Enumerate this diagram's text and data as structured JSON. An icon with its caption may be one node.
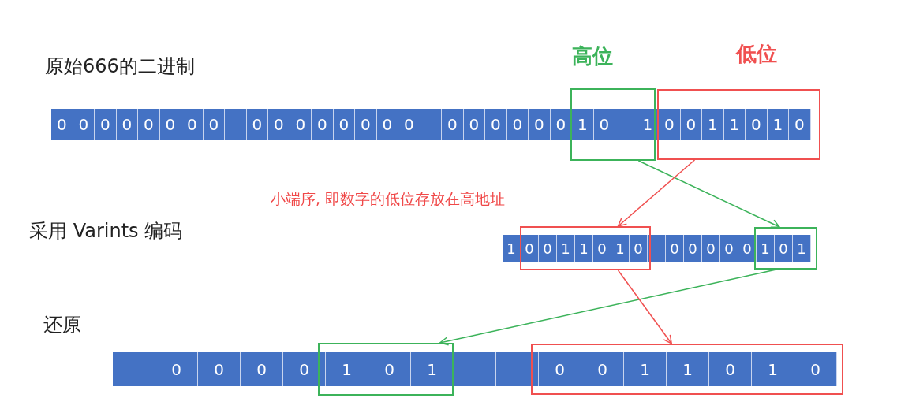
{
  "diagram": {
    "nodes": [
      {
        "text": [],
        "shape": "box",
        "beside": [
          "高位"
        ]
      },
      {
        "text": [],
        "shape": "box",
        "beside": [
          "低位"
        ]
      },
      {
        "text": [],
        "shape": "box"
      },
      {
        "text": [],
        "shape": "box"
      },
      {
        "text": [],
        "shape": "box"
      },
      {
        "text": [],
        "shape": "box"
      }
    ],
    "edges": [
      {
        "from": 0,
        "to": 3,
        "arrow": "to",
        "color": "#3cb35a"
      },
      {
        "from": 1,
        "to": 2,
        "arrow": "to",
        "color": "#f05050"
      },
      {
        "from": 3,
        "to": 4,
        "arrow": "to",
        "color": "#3cb35a"
      },
      {
        "from": 2,
        "to": 5,
        "arrow": "to",
        "color": "#f05050"
      }
    ],
    "labels": [
      "原始666的二进制",
      "0",
      "0",
      "0",
      "0",
      "0",
      "0",
      "0",
      "0",
      "0",
      "0",
      "0",
      "0",
      "0",
      "0",
      "0",
      "0",
      "0",
      "0",
      "0",
      "0",
      "0",
      "0",
      "1",
      "0",
      "1",
      "0",
      "0",
      "1",
      "1",
      "0",
      "1",
      "0",
      "小端序, 即数字的低位存放在高地址",
      "采用 Varints 编码",
      "1",
      "0",
      "0",
      "1",
      "1",
      "0",
      "1",
      "0",
      "0",
      "0",
      "0",
      "0",
      "0",
      "1",
      "0",
      "1",
      "还原",
      "0",
      "0",
      "0",
      "0",
      "1",
      "0",
      "1",
      "0",
      "0",
      "1",
      "1",
      "0",
      "1",
      "0"
    ]
  }
}
